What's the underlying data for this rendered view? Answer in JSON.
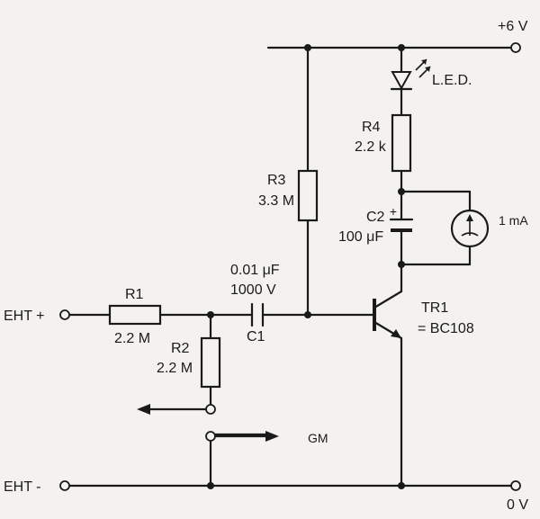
{
  "rails": {
    "supply": "+6 V",
    "ground": "0 V",
    "eht_plus": "EHT +",
    "eht_minus": "EHT -"
  },
  "components": {
    "r1": {
      "name": "R1",
      "value": "2.2 M"
    },
    "r2": {
      "name": "R2",
      "value": "2.2 M"
    },
    "r3": {
      "name": "R3",
      "value": "3.3 M"
    },
    "r4": {
      "name": "R4",
      "value": "2.2 k"
    },
    "c1": {
      "name": "C1",
      "value_cap": "0.01 μF",
      "value_volt": "1000 V"
    },
    "c2": {
      "name": "C2",
      "value": "100 μF"
    },
    "led": {
      "name": "L.E.D."
    },
    "tr1": {
      "name": "TR1",
      "type": "= BC108"
    },
    "meter": {
      "value": "1 mA"
    },
    "gm": {
      "name": "GM"
    }
  },
  "colors": {
    "ink": "#1a1a1a",
    "paper": "#f4f2ee"
  }
}
